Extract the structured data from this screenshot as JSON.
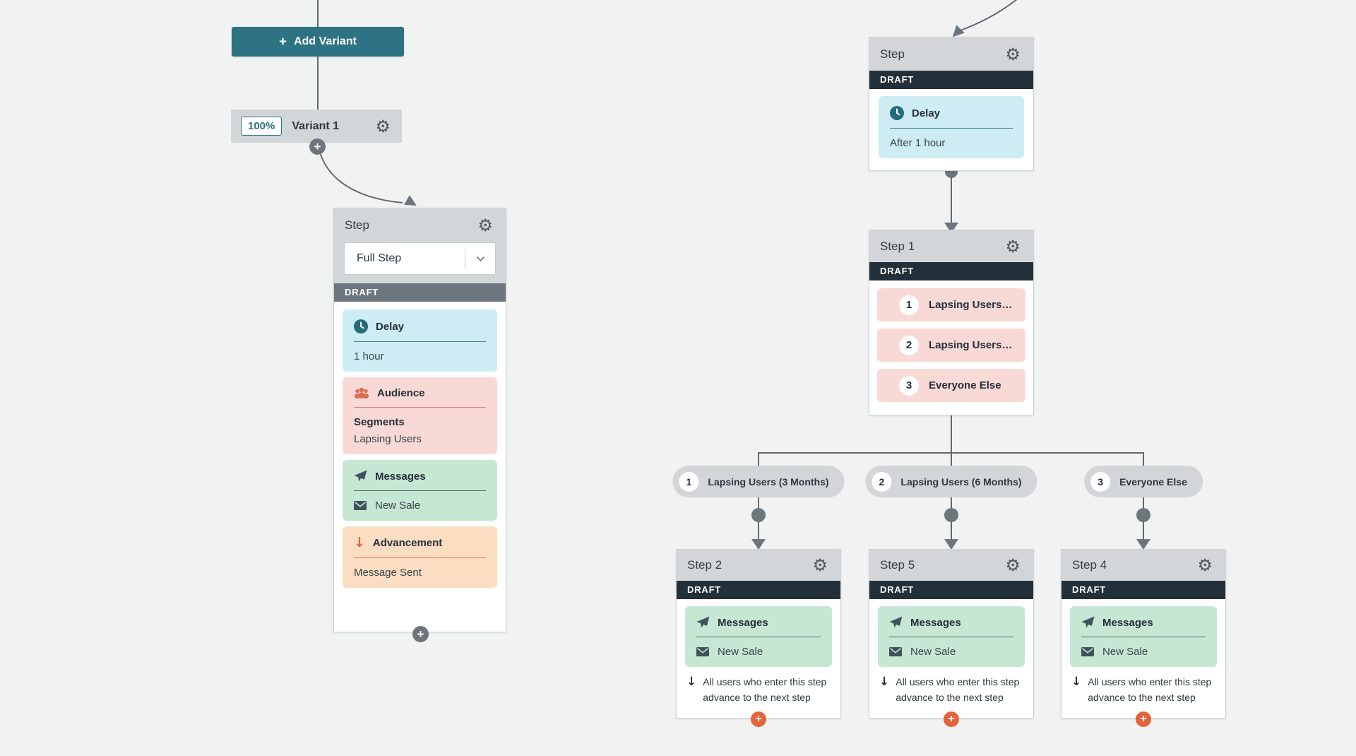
{
  "colors": {
    "background": "#f1f3f2",
    "accent_teal": "#2d7383",
    "accent_orange": "#e2633c",
    "draft_dark": "#243039",
    "draft_gray": "#6d767e",
    "node_gray": "#d3d6d8",
    "delay_blue": "#cdecf3",
    "audience_pink": "#f8d9d6",
    "messages_green": "#c5e7d4",
    "advancement_peach": "#fbddc2",
    "connector": "#60696f"
  },
  "icons": {
    "gear": "⚙",
    "plus": "+",
    "down_arrow": "↓"
  },
  "add_variant_button": {
    "label": "Add Variant"
  },
  "variant_node": {
    "percent": "100%",
    "label": "Variant 1"
  },
  "left_step_card": {
    "title": "Step",
    "step_type_select": {
      "value": "Full Step"
    },
    "status": "DRAFT",
    "delay": {
      "title": "Delay",
      "value": "1 hour"
    },
    "audience": {
      "title": "Audience",
      "heading": "Segments",
      "value": "Lapsing Users"
    },
    "messages": {
      "title": "Messages",
      "value": "New Sale"
    },
    "advancement": {
      "title": "Advancement",
      "value": "Message Sent"
    }
  },
  "right_top_card": {
    "title": "Step",
    "status": "DRAFT",
    "delay": {
      "title": "Delay",
      "value": "After 1 hour"
    }
  },
  "step1_card": {
    "title": "Step 1",
    "status": "DRAFT",
    "branches": [
      {
        "number": "1",
        "label": "Lapsing Users…"
      },
      {
        "number": "2",
        "label": "Lapsing Users…"
      },
      {
        "number": "3",
        "label": "Everyone Else"
      }
    ]
  },
  "branch_pills": [
    {
      "number": "1",
      "label": "Lapsing Users (3 Months)"
    },
    {
      "number": "2",
      "label": "Lapsing Users (6 Months)"
    },
    {
      "number": "3",
      "label": "Everyone Else"
    }
  ],
  "bottom_cards": [
    {
      "title": "Step 2",
      "status": "DRAFT",
      "messages": {
        "title": "Messages",
        "value": "New Sale"
      },
      "note": "All users who enter this step advance to the next step"
    },
    {
      "title": "Step 5",
      "status": "DRAFT",
      "messages": {
        "title": "Messages",
        "value": "New Sale"
      },
      "note": "All users who enter this step advance to the next step"
    },
    {
      "title": "Step 4",
      "status": "DRAFT",
      "messages": {
        "title": "Messages",
        "value": "New Sale"
      },
      "note": "All users who enter this step advance to the next step"
    }
  ]
}
